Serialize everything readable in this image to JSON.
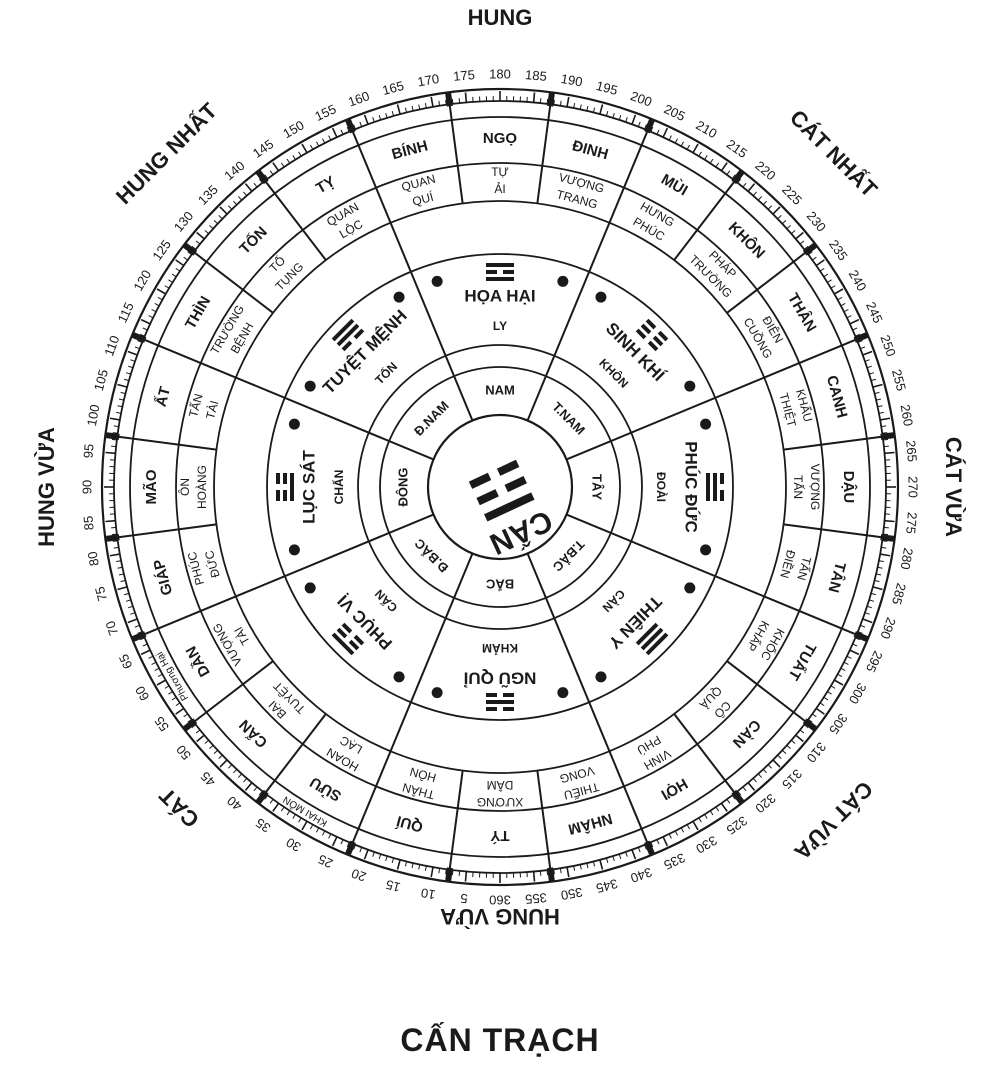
{
  "title": "CẤN TRẠCH",
  "directions": [
    {
      "id": "hung",
      "label": "HUNG"
    },
    {
      "id": "cat-nhat",
      "label": "CÁT NHẤT"
    },
    {
      "id": "cat-vua-e",
      "label": "CÁT VỪA"
    },
    {
      "id": "cat-vua-se",
      "label": "CÁT VỪA"
    },
    {
      "id": "hung-vua-s",
      "label": "HUNG VỪA"
    },
    {
      "id": "cat",
      "label": "CÁT"
    },
    {
      "id": "hung-vua-w",
      "label": "HUNG VỪA"
    },
    {
      "id": "hung-nhat",
      "label": "HUNG NHẤT"
    }
  ],
  "degree_labels": [
    "5",
    "10",
    "15",
    "20",
    "25",
    "30",
    "35",
    "40",
    "45",
    "50",
    "55",
    "60",
    "65",
    "70",
    "75",
    "80",
    "85",
    "90",
    "95",
    "100",
    "105",
    "110",
    "115",
    "120",
    "125",
    "130",
    "135",
    "140",
    "145",
    "150",
    "155",
    "160",
    "165",
    "170",
    "175",
    "180",
    "185",
    "190",
    "195",
    "200",
    "205",
    "210",
    "215",
    "220",
    "225",
    "230",
    "235",
    "240",
    "245",
    "250",
    "255",
    "260",
    "265",
    "270",
    "275",
    "280",
    "285",
    "290",
    "295",
    "300",
    "305",
    "310",
    "315",
    "320",
    "325",
    "330",
    "335",
    "340",
    "345",
    "350",
    "355",
    "360"
  ],
  "mountains": [
    "TÝ",
    "QUÍ",
    "SỬU",
    "CẤN",
    "DẦN",
    "GIÁP",
    "MÃO",
    "ẤT",
    "THÌN",
    "TỐN",
    "TỴ",
    "BÍNH",
    "NGỌ",
    "ĐINH",
    "MÙI",
    "KHÔN",
    "THÂN",
    "CANH",
    "DẬU",
    "TÂN",
    "TUẤT",
    "CÀN",
    "HỢI",
    "NHÂM"
  ],
  "stars_ring": [
    [
      "XƯƠNG",
      "DÂM"
    ],
    [
      "THÂN",
      "HÔN"
    ],
    [
      "HOAN",
      "LẠC"
    ],
    [
      "BẠI",
      "TUYỆT"
    ],
    [
      "VƯỢNG",
      "TÀI"
    ],
    [
      "PHÚC",
      "ĐỨC"
    ],
    [
      "ÔN",
      "HOÀNG"
    ],
    [
      "TẤN",
      "TÀI"
    ],
    [
      "TRƯỜNG",
      "BỆNH"
    ],
    [
      "TỐ",
      "TỤNG"
    ],
    [
      "QUAN",
      "LỘC"
    ],
    [
      "QUAN",
      "QUÍ"
    ],
    [
      "TỰ",
      "ẢI"
    ],
    [
      "VƯỢNG",
      "TRANG"
    ],
    [
      "HƯNG",
      "PHÚC"
    ],
    [
      "PHÁP",
      "TRƯỜNG"
    ],
    [
      "ĐIÊN",
      "CUỒNG"
    ],
    [
      "KHẨU",
      "THIỆT"
    ],
    [
      "VƯỢNG",
      "TẤN"
    ],
    [
      "TẤN",
      "ĐIỀN"
    ],
    [
      "KHỐC",
      "KHẤP"
    ],
    [
      "CÔ",
      "QUẢ"
    ],
    [
      "VINH",
      "PHÚ"
    ],
    [
      "THIẾU",
      "VONG"
    ]
  ],
  "khai_mon_label": "KHAI MÔN",
  "phuong_hai_label": "Phương Hại",
  "palaces": [
    {
      "name": "NGŨ QUỈ",
      "trigram": "KHẢM",
      "lines": "khảm"
    },
    {
      "name": "PHỤC VỊ",
      "trigram": "CẤN",
      "lines": "cấn"
    },
    {
      "name": "LỤC SÁT",
      "trigram": "CHẤN",
      "lines": "chấn"
    },
    {
      "name": "TUYỆT MỆNH",
      "trigram": "TỐN",
      "lines": "tốn"
    },
    {
      "name": "HỌA HẠI",
      "trigram": "LY",
      "lines": "ly"
    },
    {
      "name": "SINH KHÍ",
      "trigram": "KHÔN",
      "lines": "khôn"
    },
    {
      "name": "PHÚC ĐỨC",
      "trigram": "ĐOÀI",
      "lines": "đoài"
    },
    {
      "name": "THIÊN Y",
      "trigram": "CÀN",
      "lines": "càn"
    }
  ],
  "inner_directions": [
    "BẮC",
    "Đ.BẮC",
    "ĐÔNG",
    "Đ.NAM",
    "NAM",
    "T.NAM",
    "TÂY",
    "T.BẮC"
  ],
  "center_label": "CẤN",
  "colors": {
    "ink": "#1a1a1a",
    "background": "#ffffff"
  }
}
